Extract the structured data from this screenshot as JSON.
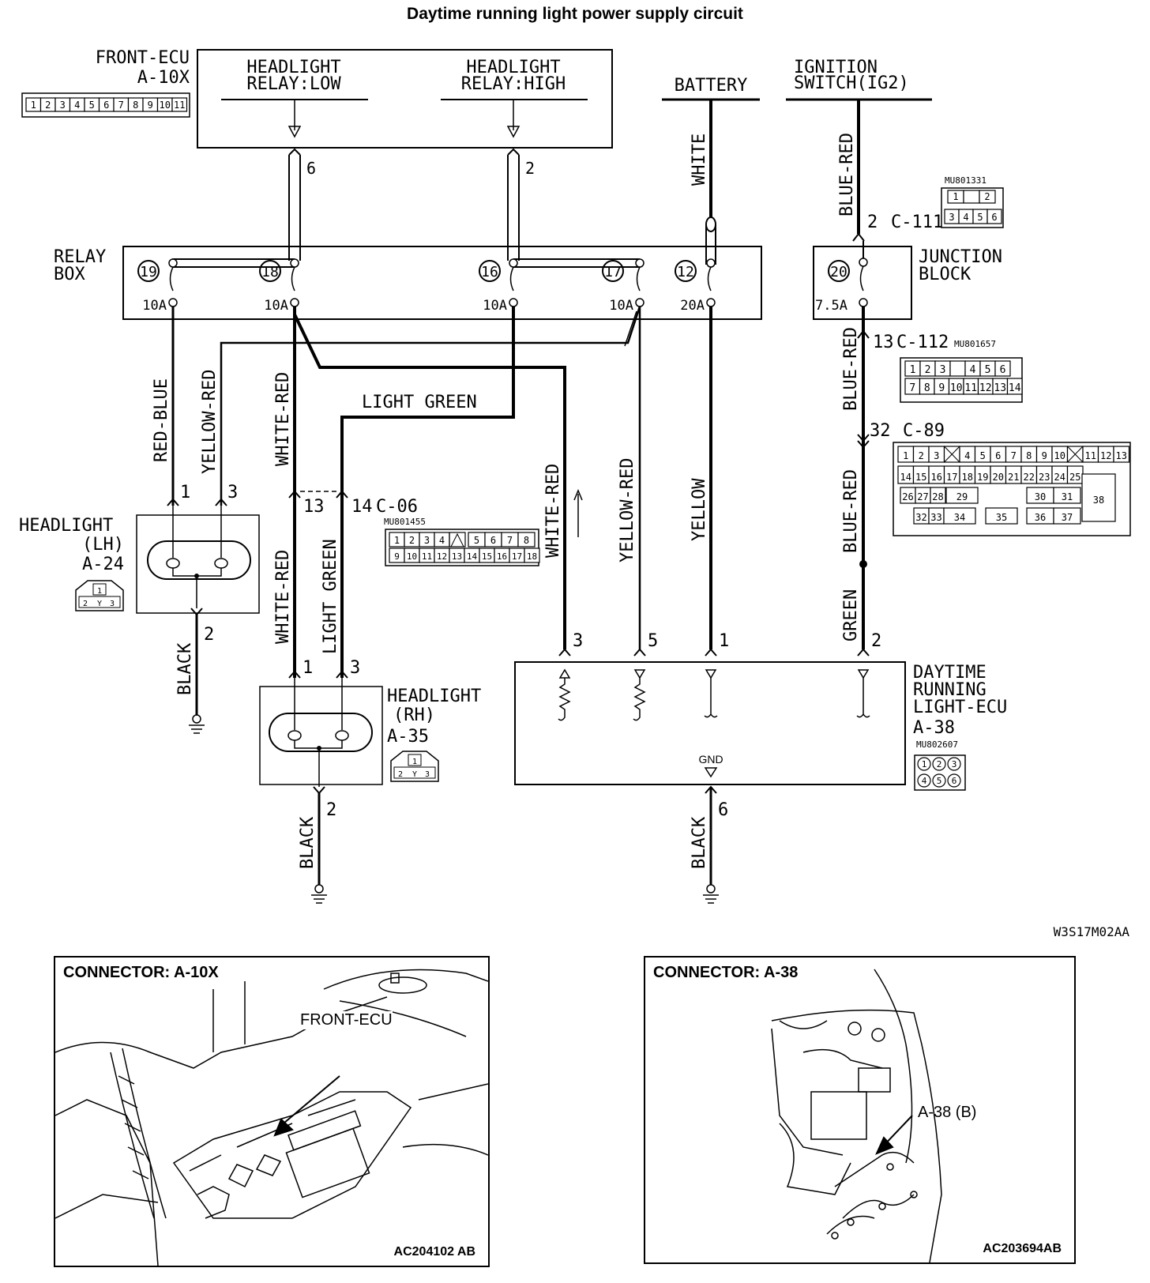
{
  "title": "Daytime running light power supply circuit",
  "front_ecu": {
    "name": "FRONT-ECU",
    "connector": "A-10X",
    "pins": [
      "1",
      "2",
      "3",
      "4",
      "5",
      "6",
      "7",
      "8",
      "9",
      "10",
      "11"
    ]
  },
  "relays": {
    "low": [
      "HEADLIGHT",
      "RELAY:LOW"
    ],
    "high": [
      "HEADLIGHT",
      "RELAY:HIGH"
    ],
    "low_pin": "6",
    "high_pin": "2"
  },
  "battery": {
    "label": "BATTERY",
    "wire": "WHITE"
  },
  "ignition": {
    "label": [
      "IGNITION",
      "SWITCH(IG2)"
    ],
    "wire": "BLUE-RED",
    "pin": "2",
    "connector": "C-111"
  },
  "c111": {
    "part": "MU801331",
    "pins": [
      "1",
      "",
      "2",
      "3",
      "4",
      "5",
      "6"
    ]
  },
  "relay_box": {
    "label": [
      "RELAY",
      "BOX"
    ],
    "fuses": [
      {
        "num": "19",
        "rating": "10A"
      },
      {
        "num": "18",
        "rating": "10A"
      },
      {
        "num": "16",
        "rating": "10A"
      },
      {
        "num": "17",
        "rating": "10A"
      },
      {
        "num": "12",
        "rating": "20A"
      }
    ]
  },
  "junction_block": {
    "label": [
      "JUNCTION",
      "BLOCK"
    ],
    "fuse_num": "20",
    "rating": "7.5A"
  },
  "c112": {
    "pin": "13",
    "connector": "C-112",
    "part": "MU801657",
    "row1": [
      "1",
      "2",
      "3",
      "",
      "4",
      "5",
      "6"
    ],
    "row2": [
      "7",
      "8",
      "9",
      "10",
      "11",
      "12",
      "13",
      "14"
    ]
  },
  "c89": {
    "pin": "32",
    "connector": "C-89",
    "row1": [
      "1",
      "2",
      "3",
      "X",
      "4",
      "5",
      "6",
      "7",
      "8",
      "9",
      "10",
      "X",
      "11",
      "12",
      "13"
    ],
    "row2": [
      "14",
      "15",
      "16",
      "17",
      "18",
      "19",
      "20",
      "21",
      "22",
      "23",
      "24",
      "25"
    ],
    "row3": [
      "26",
      "27",
      "28",
      "29",
      "30",
      "31"
    ],
    "row4": [
      "32",
      "33",
      "34",
      "35",
      "36",
      "37"
    ],
    "extra": "38"
  },
  "wires": {
    "red_blue": "RED-BLUE",
    "yellow_red": "YELLOW-RED",
    "white_red": "WHITE-RED",
    "light_green": "LIGHT GREEN",
    "yellow": "YELLOW",
    "blue_red": "BLUE-RED",
    "green": "GREEN",
    "black": "BLACK"
  },
  "c06": {
    "connector": "C-06",
    "part": "MU801455",
    "pin_a": "13",
    "pin_b": "14",
    "row1": [
      "1",
      "2",
      "3",
      "4",
      "",
      "5",
      "6",
      "7",
      "8"
    ],
    "row2": [
      "9",
      "10",
      "11",
      "12",
      "13",
      "14",
      "15",
      "16",
      "17",
      "18"
    ]
  },
  "headlight_lh": {
    "label": [
      "HEADLIGHT",
      "(LH)"
    ],
    "connector": "A-24",
    "pin1": "1",
    "pin3": "3",
    "pin2": "2"
  },
  "headlight_rh": {
    "label": [
      "HEADLIGHT",
      "(RH)"
    ],
    "connector": "A-35",
    "pin1": "1",
    "pin3": "3",
    "pin2": "2"
  },
  "drl_ecu": {
    "label": [
      "DAYTIME",
      "RUNNING",
      "LIGHT-ECU"
    ],
    "connector": "A-38",
    "part": "MU802607",
    "pins": [
      "3",
      "5",
      "1",
      "2"
    ],
    "gnd": "GND",
    "gnd_pin": "6",
    "connector_pins": [
      "1",
      "2",
      "3",
      "4",
      "5",
      "6"
    ]
  },
  "figure_code": "W3S17M02AA",
  "panel_left": {
    "title": "CONNECTOR: A-10X",
    "callout": "FRONT-ECU",
    "code": "AC204102 AB"
  },
  "panel_right": {
    "title": "CONNECTOR: A-38",
    "callout": "A-38 (B)",
    "code": "AC203694AB"
  },
  "icons": [
    "ground-symbol",
    "fuse-symbol",
    "resistor-symbol",
    "arrow-down",
    "arrow-up"
  ]
}
